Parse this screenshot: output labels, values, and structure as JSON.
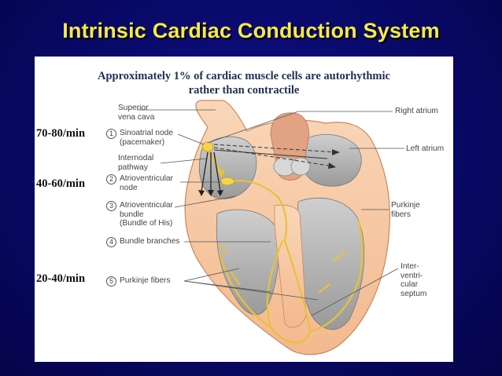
{
  "title": "Intrinsic Cardiac Conduction System",
  "subtitle_line1": "Approximately 1% of cardiac muscle cells are autorhythmic",
  "subtitle_line2": "rather than contractile",
  "rates": {
    "sa": "70-80/min",
    "av": "40-60/min",
    "purkinje": "20-40/min"
  },
  "labels_left": {
    "svc1": "Superior",
    "svc2": "vena cava",
    "n1": "1",
    "sa1": "Sinoatrial node",
    "sa2": "(pacemaker)",
    "inter1": "Internodal",
    "inter2": "pathway",
    "n2": "2",
    "avn1": "Atrioventricular",
    "avn2": "node",
    "n3": "3",
    "bun1": "Atrioventricular",
    "bun2": "bundle",
    "bun3": "(Bundle of His)",
    "n4": "4",
    "bb": "Bundle branches",
    "n5": "5",
    "pf": "Purkinje fibers"
  },
  "labels_right": {
    "ra": "Right atrium",
    "la": "Left atrium",
    "pk1": "Purkinje",
    "pk2": "fibers",
    "ivs1": "Inter-",
    "ivs2": "ventri-",
    "ivs3": "cular",
    "ivs4": "septum"
  },
  "colors": {
    "background": "#0a0a6e",
    "title": "#f5e94a",
    "node": "#f3d44a",
    "heart_wall": "#f7c9a3"
  }
}
